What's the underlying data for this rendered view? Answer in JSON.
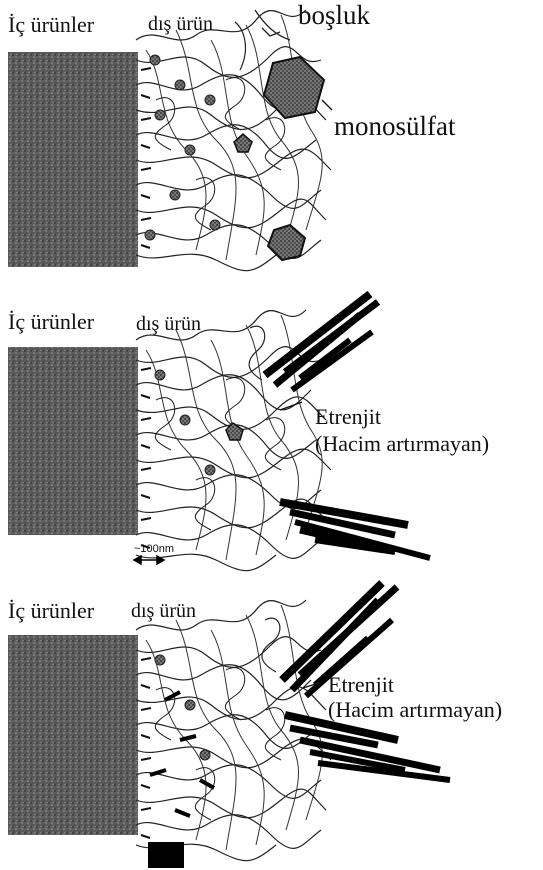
{
  "panels": [
    {
      "inner_label": "İç ürünler",
      "outer_label": "dış ürün",
      "void_label": "boşluk",
      "crystal_label": "monosülfat"
    },
    {
      "inner_label": "İç ürünler",
      "outer_label": "dış ürün",
      "crystal_label_1": "Etrenjit",
      "crystal_label_2": "(Hacim artırmayan)",
      "scale_label": "~100nm"
    },
    {
      "inner_label": "İç ürünler",
      "outer_label": "dış ürün",
      "crystal_label_1": "Etrenjit",
      "crystal_label_2": "(Hacim artırmayan)"
    }
  ],
  "colors": {
    "ink": "#1a1a1a",
    "grain": "#555555",
    "crystal": "#111111"
  }
}
